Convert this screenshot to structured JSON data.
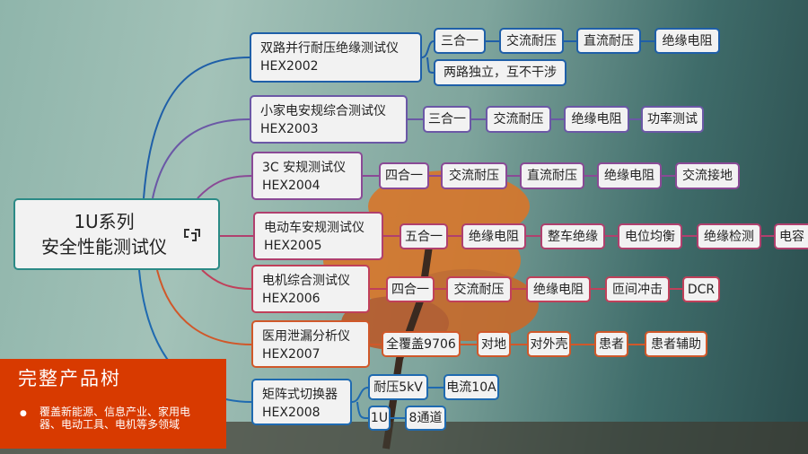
{
  "root": {
    "line1": "1U系列",
    "line2": "安全性能测试仪",
    "icon": "link-icon"
  },
  "panel": {
    "title": "完整产品树",
    "bullet": "覆盖新能源、信息产业、家用电器、电动工具、电机等多领域"
  },
  "colors": {
    "panel": "#d83a00",
    "branch1": "#1f5fa8",
    "branch2": "#6b58a6",
    "branch3": "#8a4a96",
    "branch4": "#b0406e",
    "branch5": "#c0405a",
    "branch6": "#d0582a",
    "branch7": "#1f6ab0"
  },
  "products": [
    {
      "name": "双路并行耐压绝缘测试仪",
      "model": "HEX2002",
      "features": [
        "三合一",
        "交流耐压",
        "直流耐压",
        "绝缘电阻",
        "两路独立，互不干涉"
      ]
    },
    {
      "name": "小家电安规综合测试仪",
      "model": "HEX2003",
      "features": [
        "三合一",
        "交流耐压",
        "绝缘电阻",
        "功率测试"
      ]
    },
    {
      "name": "3C 安规测试仪",
      "model": "HEX2004",
      "features": [
        "四合一",
        "交流耐压",
        "直流耐压",
        "绝缘电阻",
        "交流接地"
      ]
    },
    {
      "name": "电动车安规测试仪",
      "model": "HEX2005",
      "features": [
        "五合一",
        "绝缘电阻",
        "整车绝缘",
        "电位均衡",
        "绝缘检测",
        "电容"
      ]
    },
    {
      "name": "电机综合测试仪",
      "model": "HEX2006",
      "features": [
        "四合一",
        "交流耐压",
        "绝缘电阻",
        "匝间冲击",
        "DCR"
      ]
    },
    {
      "name": "医用泄漏分析仪",
      "model": "HEX2007",
      "features": [
        "全覆盖9706",
        "对地",
        "对外壳",
        "患者",
        "患者辅助"
      ]
    },
    {
      "name": "矩阵式切换器",
      "model": "HEX2008",
      "features": [
        "耐压5kV",
        "电流10A",
        "1U",
        "8通道"
      ]
    }
  ]
}
